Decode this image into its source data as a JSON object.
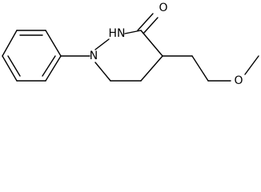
{
  "molecule": {
    "atoms": {
      "carbonyl_oxygen": "O",
      "nh_nitrogen": "HN",
      "n_nitrogen": "N",
      "ether_oxygen": "O"
    }
  },
  "colors": {
    "bond": "#000000",
    "background": "#ffffff"
  }
}
